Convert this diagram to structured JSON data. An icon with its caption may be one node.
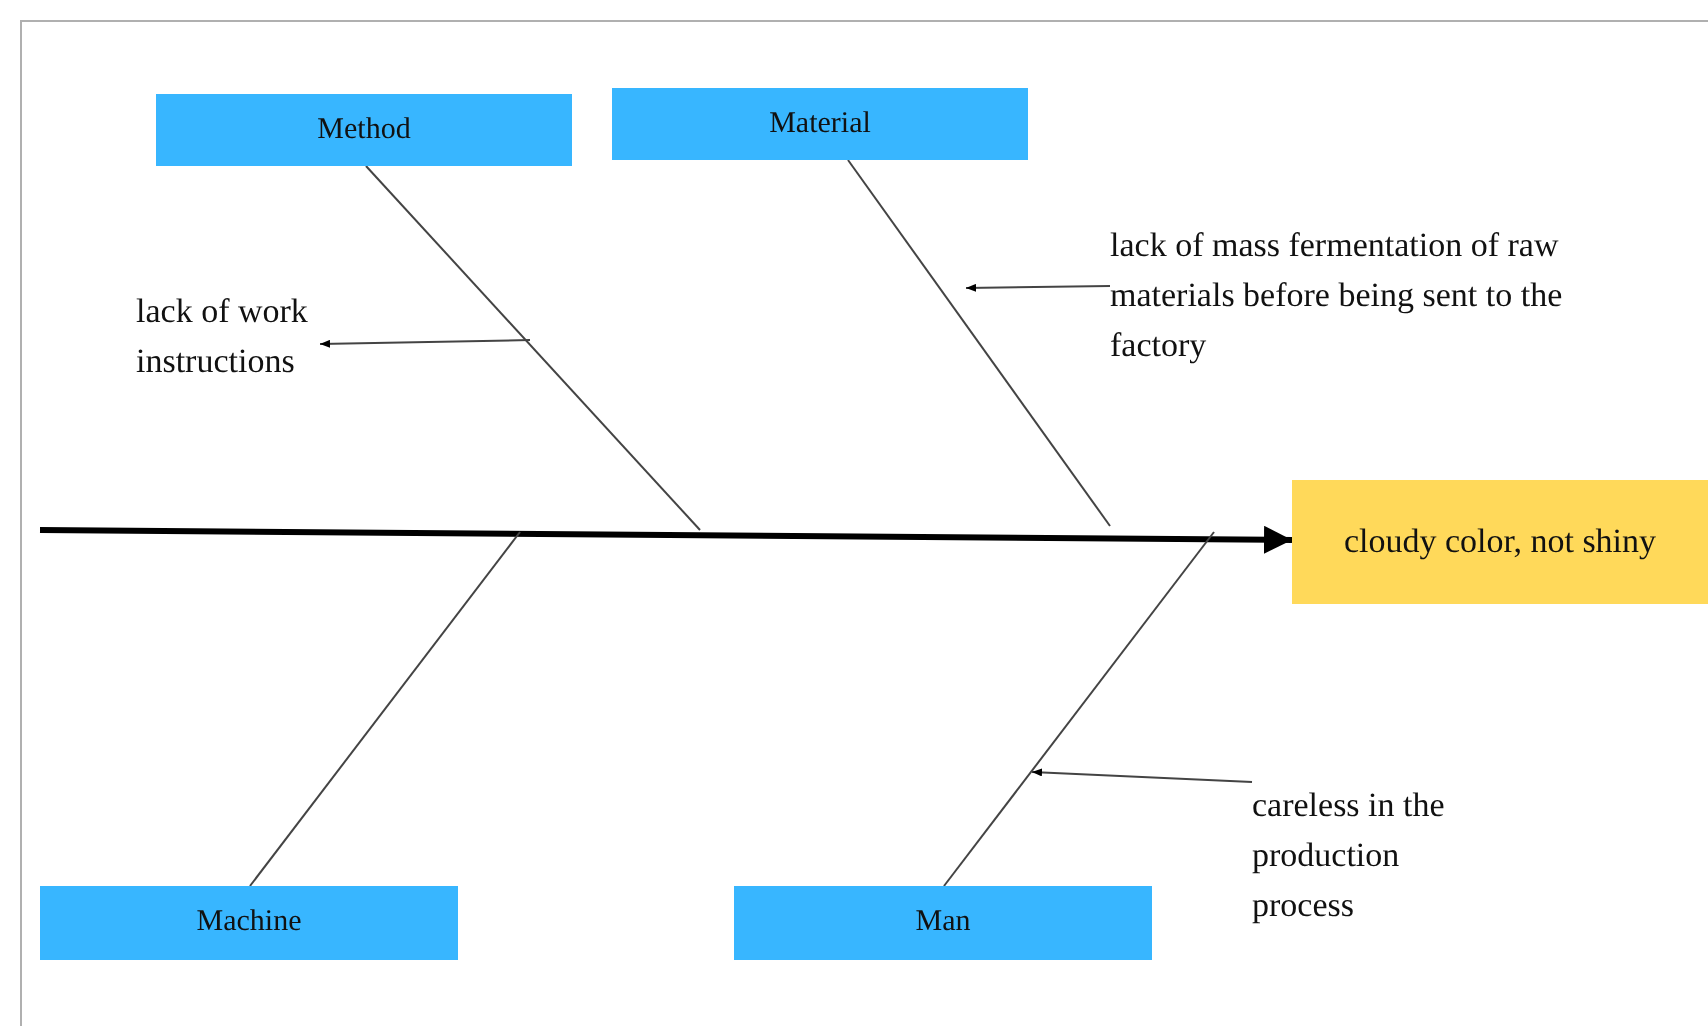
{
  "diagram": {
    "nodes": [
      {
        "text": [
          "Method"
        ]
      },
      {
        "text": [
          "Material"
        ]
      },
      {
        "text": [
          "Machine"
        ]
      },
      {
        "text": [
          "Man"
        ]
      },
      {
        "text": [
          "cloudy color, not shiny"
        ]
      },
      {
        "text": [
          "lack of work instructions"
        ]
      },
      {
        "text": [
          "lack of mass fermentation of raw materials before being sent to the factory"
        ]
      },
      {
        "text": [
          "careless in the production process"
        ]
      }
    ],
    "edges": [
      {
        "from": null,
        "to": 4,
        "arrow": "to",
        "style": "thick"
      },
      {
        "from": 0,
        "to": null,
        "arrow": "none"
      },
      {
        "from": 1,
        "to": null,
        "arrow": "none"
      },
      {
        "from": 2,
        "to": null,
        "arrow": "none"
      },
      {
        "from": 3,
        "to": null,
        "arrow": "none"
      },
      {
        "from": null,
        "to": 5,
        "arrow": "to"
      },
      {
        "from": 6,
        "to": null,
        "arrow": "to"
      },
      {
        "from": 7,
        "to": null,
        "arrow": "to"
      }
    ]
  }
}
